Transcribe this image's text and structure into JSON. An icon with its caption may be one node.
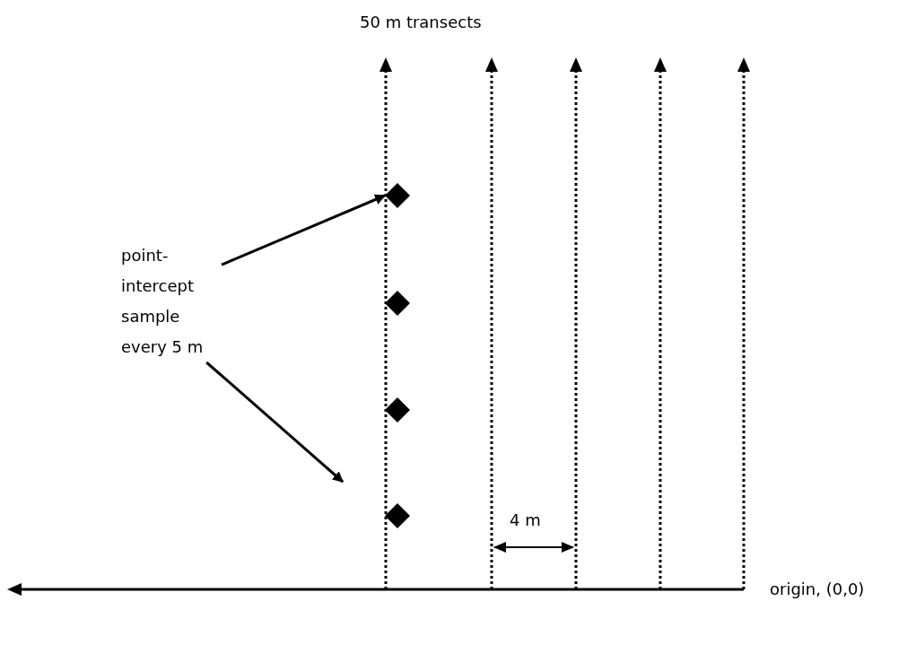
{
  "diagram": {
    "nodes": [
      {
        "text": [
          "point-intercept sample every 5 m"
        ]
      },
      {
        "text": [],
        "shape": "diamond"
      },
      {
        "text": [],
        "shape": "diamond"
      },
      {
        "text": [],
        "shape": "diamond"
      },
      {
        "text": [],
        "shape": "diamond"
      }
    ],
    "edges": [
      {
        "from": 0,
        "to": 1,
        "arrow": "to"
      },
      {
        "from": 0,
        "to": null,
        "arrow": "to"
      }
    ],
    "labels": [
      "50 m transects",
      "4 m",
      "origin, (0,0)"
    ]
  }
}
